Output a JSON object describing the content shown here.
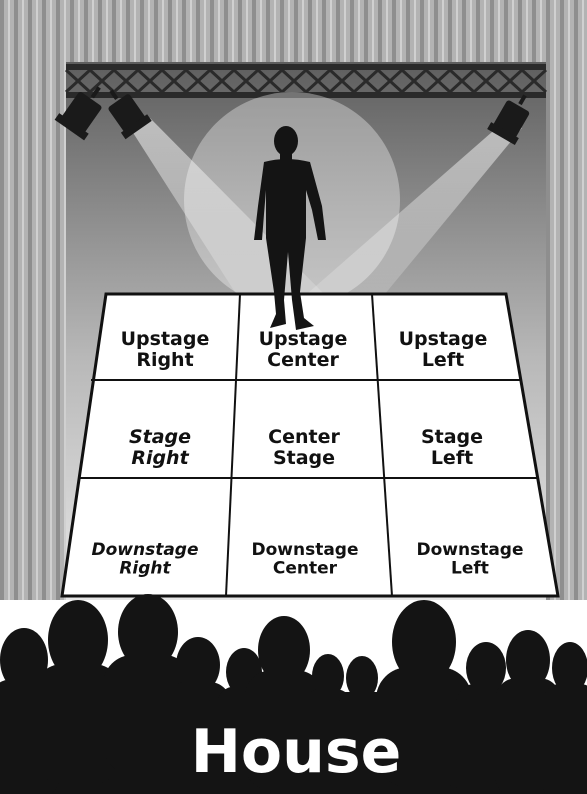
{
  "diagram": {
    "grid": [
      [
        {
          "lines": [
            "Upstage",
            "Right"
          ]
        },
        {
          "lines": [
            "Upstage",
            "Center"
          ]
        },
        {
          "lines": [
            "Upstage",
            "Left"
          ]
        }
      ],
      [
        {
          "lines": [
            "Stage",
            "Right"
          ],
          "italic": true
        },
        {
          "lines": [
            "Center",
            "Stage"
          ]
        },
        {
          "lines": [
            "Stage",
            "Left"
          ]
        }
      ],
      [
        {
          "lines": [
            "Downstage",
            "Right"
          ],
          "italic": true
        },
        {
          "lines": [
            "Downstage",
            "Center"
          ]
        },
        {
          "lines": [
            "Downstage",
            "Left"
          ]
        }
      ]
    ],
    "audience_label": "House",
    "colors": {
      "curtain": "#a7a7a7",
      "backdrop_top": "#6e6e6e",
      "backdrop_bottom": "#d9d9d9",
      "floor": "#ffffff",
      "silhouette": "#141414",
      "truss": "#2a2a2a"
    },
    "icons": [
      "spotlight-icon",
      "performer-silhouette",
      "audience-silhouettes",
      "lighting-truss"
    ]
  }
}
